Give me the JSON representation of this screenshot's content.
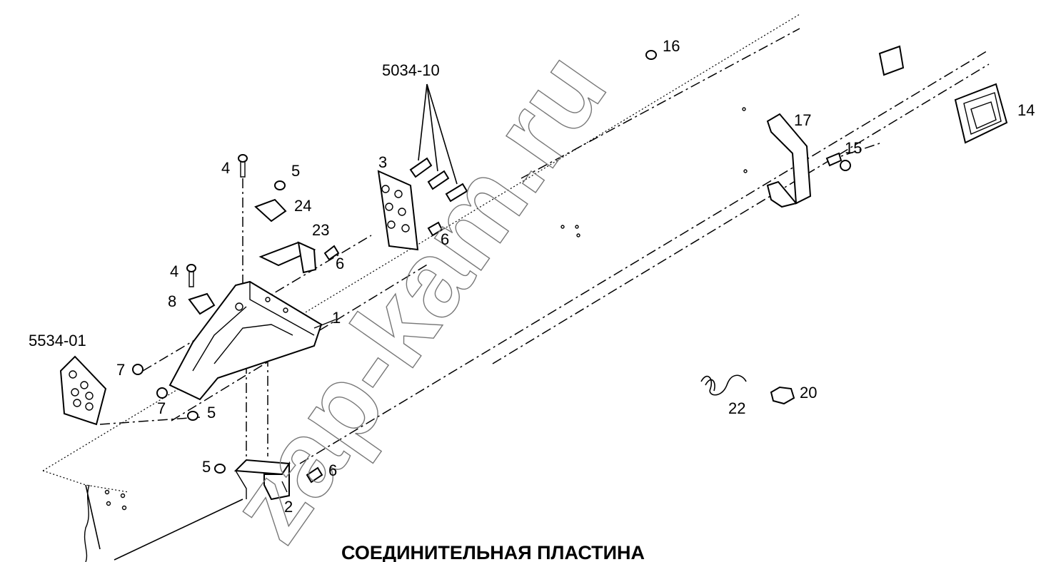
{
  "diagram": {
    "title": "СОЕДИНИТЕЛЬНАЯ ПЛАСТИНА",
    "watermark": "zap-kam.ru",
    "labels": {
      "group_5034_10": "5034-10",
      "group_5534_01": "5534-01",
      "p1": "1",
      "p2": "2",
      "p3": "3",
      "p4_top": "4",
      "p4_mid": "4",
      "p5_top": "5",
      "p5_mid": "5",
      "p5_bottom": "5",
      "p6_top": "6",
      "p6_mid": "6",
      "p6_bottom": "6",
      "p7_a": "7",
      "p7_b": "7",
      "p8": "8",
      "p14": "14",
      "p15": "15",
      "p16": "16",
      "p17": "17",
      "p20": "20",
      "p22": "22",
      "p23": "23",
      "p24": "24"
    },
    "colors": {
      "ink": "#000000",
      "watermark": "#777777",
      "background": "#ffffff"
    }
  }
}
